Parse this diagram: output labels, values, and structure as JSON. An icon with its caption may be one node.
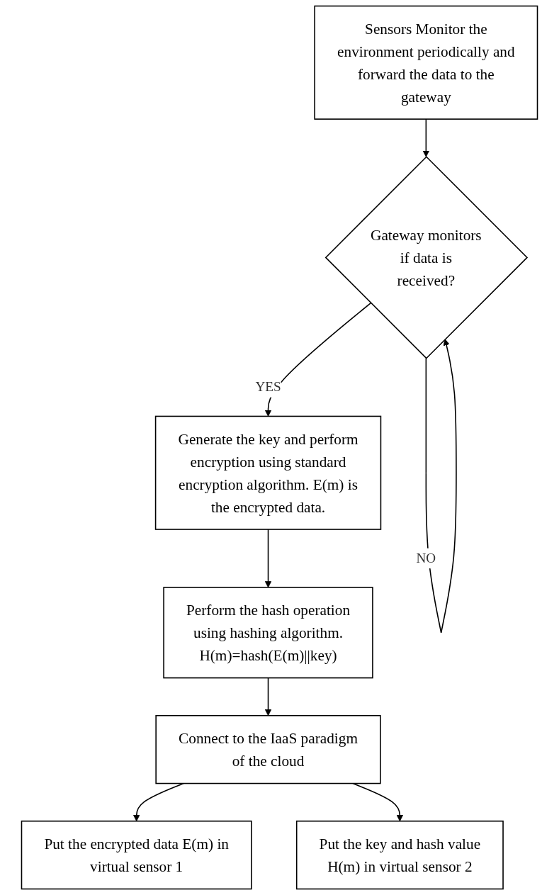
{
  "diagram": {
    "nodes": [
      {
        "text": [
          "Sensors Monitor the environment periodically and forward the data to the gateway"
        ]
      },
      {
        "text": [
          "Gateway monitors if data is received?"
        ]
      },
      {
        "text": [
          "Generate the key and perform encryption using standard encryption algorithm. E(m) is the encrypted data."
        ]
      },
      {
        "text": [
          "Perform the hash operation using hashing algorithm. H(m)=hash(E(m)||key)"
        ]
      },
      {
        "text": [
          "Connect to the IaaS paradigm of the cloud"
        ]
      },
      {
        "text": [
          "Put the encrypted data E(m) in virtual sensor 1"
        ]
      },
      {
        "text": [
          "Put the key and hash value H(m) in virtual sensor 2"
        ]
      }
    ],
    "edges": [
      {
        "from": 0,
        "to": 1,
        "arrow": "to"
      },
      {
        "from": 1,
        "to": 1,
        "arrow": "to",
        "label": "NO"
      },
      {
        "from": 1,
        "to": 2,
        "arrow": "to",
        "label": "YES"
      },
      {
        "from": 2,
        "to": 3,
        "arrow": "to"
      },
      {
        "from": 3,
        "to": 4,
        "arrow": "to"
      },
      {
        "from": 4,
        "to": 5,
        "arrow": "to"
      },
      {
        "from": 4,
        "to": 6,
        "arrow": "to"
      }
    ]
  }
}
